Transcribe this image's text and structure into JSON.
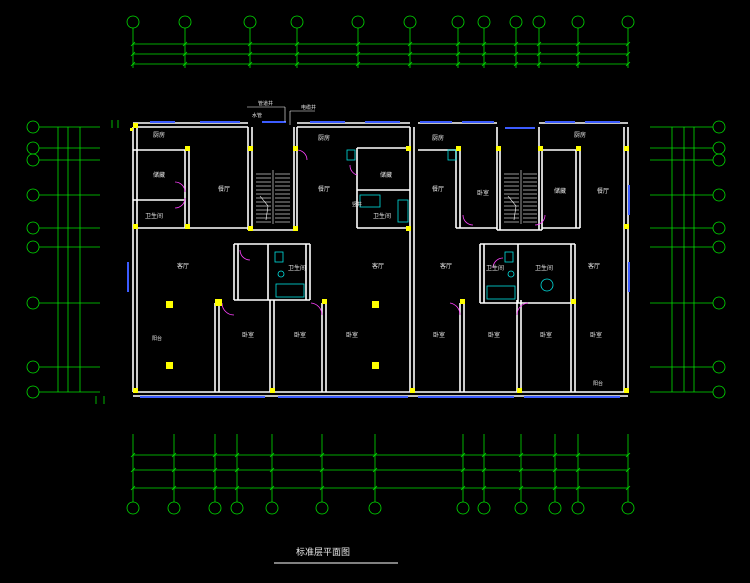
{
  "drawing": {
    "title": "标准层平面图",
    "colors": {
      "background": "#000000",
      "wall": "#ffffff",
      "window": "#3c5cff",
      "axis": "#00e000",
      "column": "#ffff00",
      "door": "#ff40ff",
      "fixture": "#00e0e0",
      "text": "#e8e8e8"
    },
    "annotations": {
      "pipe_note_1": "管道井",
      "pipe_note_2": "水管",
      "pipe_note_3": "电缆井",
      "pipe_note_4": "竖井"
    }
  },
  "rooms": [
    {
      "id": "kitchen-1",
      "label": "厨房"
    },
    {
      "id": "bath-1",
      "label": "卫生间"
    },
    {
      "id": "storage-1",
      "label": "储藏"
    },
    {
      "id": "dining-1",
      "label": "餐厅"
    },
    {
      "id": "living-1",
      "label": "客厅"
    },
    {
      "id": "bedroom-1a",
      "label": "卧室"
    },
    {
      "id": "bedroom-1b",
      "label": "卧室"
    },
    {
      "id": "balcony-1",
      "label": "阳台"
    },
    {
      "id": "bath-2",
      "label": "卫生间"
    },
    {
      "id": "kitchen-2",
      "label": "厨房"
    },
    {
      "id": "storage-2",
      "label": "储藏"
    },
    {
      "id": "dining-2",
      "label": "餐厅"
    },
    {
      "id": "living-2",
      "label": "客厅"
    },
    {
      "id": "bedroom-2a",
      "label": "卧室"
    },
    {
      "id": "bedroom-2b",
      "label": "卧室"
    },
    {
      "id": "bath-3",
      "label": "卫生间"
    },
    {
      "id": "kitchen-3",
      "label": "厨房"
    },
    {
      "id": "dining-3",
      "label": "餐厅"
    },
    {
      "id": "living-3",
      "label": "客厅"
    },
    {
      "id": "bedroom-3a",
      "label": "卧室"
    },
    {
      "id": "bedroom-3b",
      "label": "卧室"
    },
    {
      "id": "bath-4",
      "label": "卫生间"
    },
    {
      "id": "bath-5",
      "label": "卫生间"
    },
    {
      "id": "kitchen-4",
      "label": "厨房"
    },
    {
      "id": "storage-4",
      "label": "储藏"
    },
    {
      "id": "dining-4",
      "label": "餐厅"
    },
    {
      "id": "living-4",
      "label": "客厅"
    },
    {
      "id": "bedroom-4a",
      "label": "卧室"
    },
    {
      "id": "bedroom-4b",
      "label": "卧室"
    },
    {
      "id": "balcony-4",
      "label": "阳台"
    }
  ]
}
